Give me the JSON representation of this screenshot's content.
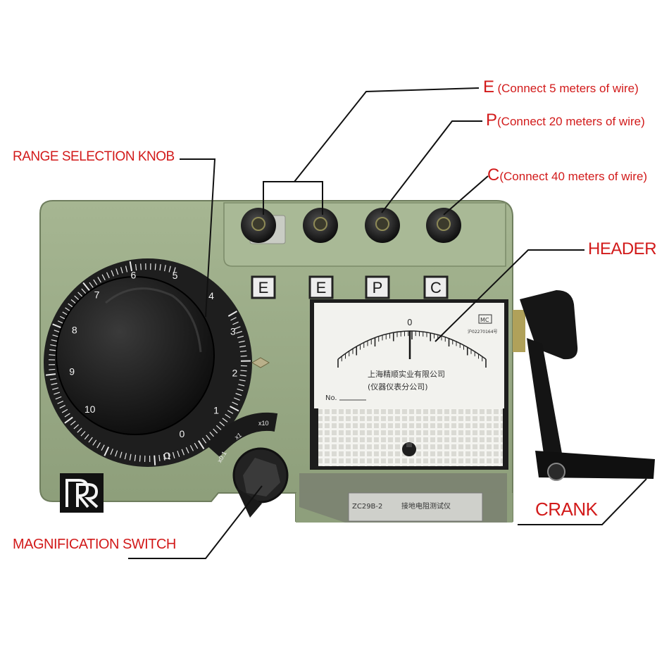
{
  "labels": {
    "e_letter": "E",
    "e_desc": "(Connect 5 meters of wire)",
    "p_letter": "P",
    "p_desc": "(Connect 20 meters of wire)",
    "c_letter": "C",
    "c_desc": "(Connect 40 meters of wire)",
    "range_knob": "RANGE SELECTION KNOB",
    "header": "HEADER",
    "crank": "CRANK",
    "magnification": "MAGNIFICATION SWITCH"
  },
  "terminals": [
    "E",
    "E",
    "P",
    "C"
  ],
  "dial_numbers": [
    "0",
    "1",
    "2",
    "3",
    "4",
    "5",
    "6",
    "7",
    "8",
    "9",
    "10"
  ],
  "dial_unit": "Ω",
  "switch_labels": [
    "x0.1",
    "x1",
    "x10"
  ],
  "meter": {
    "zero": "0",
    "maker_line1": "上海精顺实业有限公司",
    "maker_line2": "(仪器仪表分公司)",
    "no_label": "No.",
    "cert_mark": "MC",
    "cert_code": "沪02270164号"
  },
  "nameplate": {
    "model": "ZC29B-2",
    "name": "接地电阻测试仪"
  },
  "colors": {
    "label_red": "#d21a1a",
    "panel_green": "#9aab86",
    "knob_black": "#161616"
  }
}
